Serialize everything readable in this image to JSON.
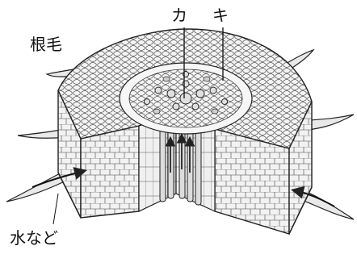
{
  "labels": {
    "root_hair": "根毛",
    "label_ka": "カ",
    "label_ki": "キ",
    "water_etc": "水など"
  },
  "colors": {
    "line": "#222222",
    "cell_fill": "#f2f2f2",
    "shadow": "#bdbdbd",
    "background": "#ffffff"
  },
  "icons": [
    "root-hair",
    "flow-arrow",
    "vascular-tube"
  ]
}
